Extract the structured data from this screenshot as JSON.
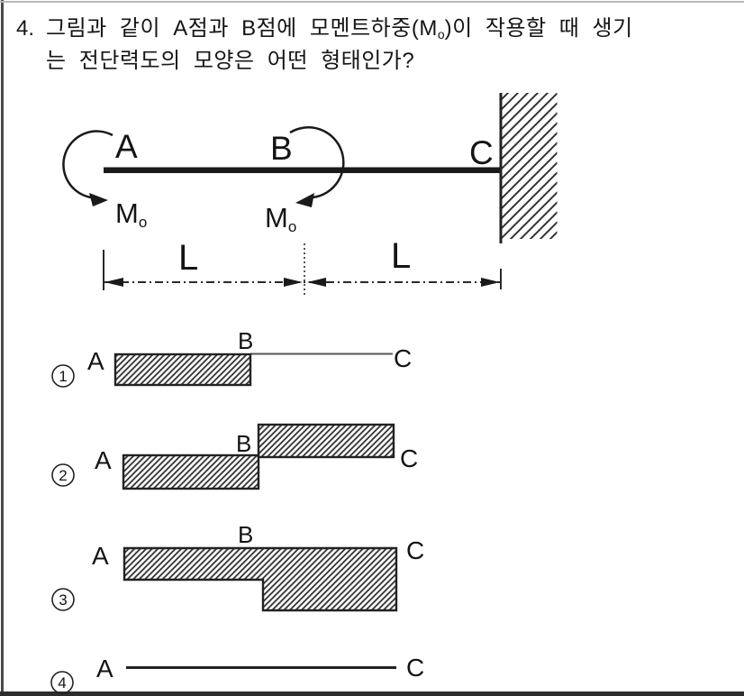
{
  "page": {
    "question_number": "4.",
    "q1_pre": "그림과 같이 A점과 B점에 모멘트하중(M",
    "q1_sub": "o",
    "q1_post": ")이 작용할 때 생기",
    "q2": "는 전단력도의 모양은 어떤 형태인가?"
  },
  "figure": {
    "point_a": "A",
    "point_b": "B",
    "point_c": "C",
    "moment_a_symbol": "M",
    "moment_a_sub": "o",
    "moment_b_symbol": "M",
    "moment_b_sub": "o",
    "span_ab": "L",
    "span_bc": "L"
  },
  "options": {
    "o1": {
      "num": "1",
      "a": "A",
      "b": "B",
      "c": "C"
    },
    "o2": {
      "num": "2",
      "a": "A",
      "b": "B",
      "c": "C"
    },
    "o3": {
      "num": "3",
      "a": "A",
      "b": "B",
      "c": "C"
    },
    "o4": {
      "num": "4",
      "a": "A",
      "c": "C"
    }
  },
  "colors": {
    "ink": "#1a1a1a",
    "hatch_stroke": "#3c3c3c",
    "paper": "#ffffff",
    "border_dark": "#2d2d2d"
  }
}
